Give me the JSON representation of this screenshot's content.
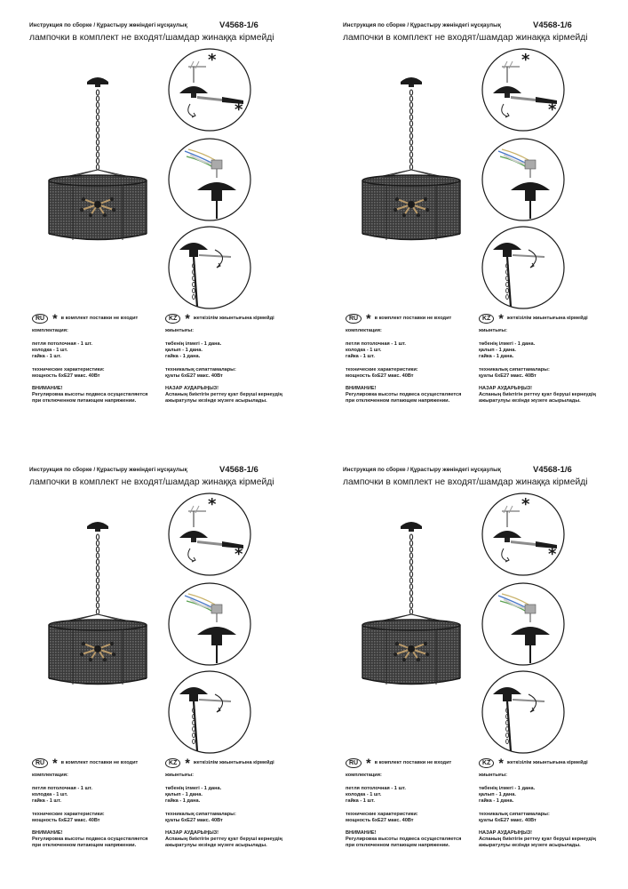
{
  "header": {
    "line1": "Инструкция по сборке / Құрастыру жөніндегі нұсқаулық",
    "model_code": "V4568-1/6",
    "line2": "лампочки в комплект не входят/шамдар жинаққа кірмейді"
  },
  "ru": {
    "badge": "RU",
    "star": "*",
    "not_included": "в комплект поставки не входит",
    "kit_heading": "комплектация:",
    "kit_items": [
      "петля потолочная - 1 шт.",
      "колодка - 1 шт.",
      "гайка - 1 шт."
    ],
    "specs_heading": "технические характеристики:",
    "specs_value": "мощность 6хЕ27 макс. 40Вт",
    "warning_heading": "ВНИМАНИЕ!",
    "warning_lines": [
      "Регулировка высоты подвеса осуществляется",
      "при отключенном питающем напряжении."
    ]
  },
  "kz": {
    "badge": "KZ",
    "star": "*",
    "not_included": "жеткізілім жиынтығына кірмейді",
    "kit_heading": "жиынтығы:",
    "kit_items": [
      "төбенің ілмегі - 1 дана.",
      "қалып - 1 дана.",
      "гайка - 1 дана."
    ],
    "specs_heading": "техникалық сипаттамалары:",
    "specs_value": "қуаты 6хЕ27 макс. 40Вт",
    "warning_heading": "НАЗАР АУДАРЫҢЫЗ!",
    "warning_lines": [
      "Аспаның биіктігін реттеу қуат беруші кернеудің",
      "ажыратулуы кезінде жүзеге асырылады."
    ]
  },
  "diagram": {
    "step1_marks": [
      "*",
      "*"
    ]
  },
  "colors": {
    "ink": "#1a1a1a",
    "blue_wire": "#4a78c8",
    "green_wire": "#5aa050",
    "metal": "#9a9a9a"
  }
}
